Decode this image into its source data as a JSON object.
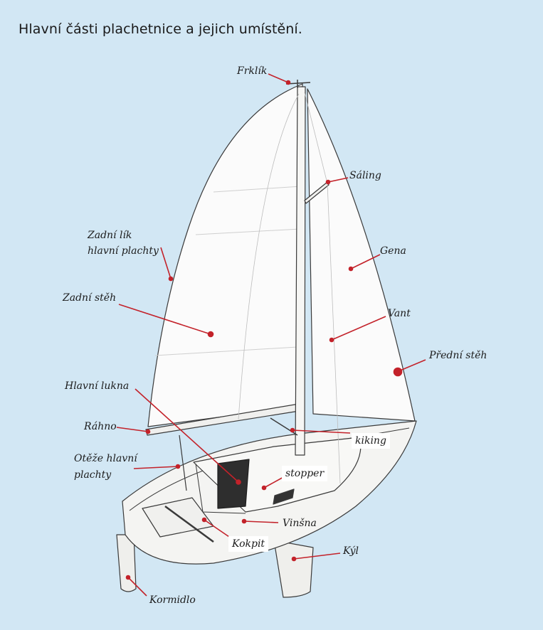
{
  "title": "Hlavní části plachetnice a jejich umístění.",
  "colors": {
    "background": "#d2e7f4",
    "leader": "#c3222a",
    "sail": "#fbfbfb",
    "hull": "#f4f4f2",
    "outline": "#3a3a3a"
  },
  "labels": {
    "frklik": "Frklík",
    "saling": "Sáling",
    "zadni_lik": "Zadní lík\nhlavní plachty",
    "gena": "Gena",
    "zadni_steh": "Zadní stěh",
    "vant": "Vant",
    "predni_steh": "Přední stěh",
    "hlavni_lukna": "Hlavní lukna",
    "rahno": "Ráhno",
    "kiking": "kiking",
    "oteze": "Otěže hlavní\nplachty",
    "stopper": "stopper",
    "vinsna": "Vinšna",
    "kokpit": "Kokpit",
    "kyl": "Kýl",
    "kormidlo": "Kormidlo"
  }
}
